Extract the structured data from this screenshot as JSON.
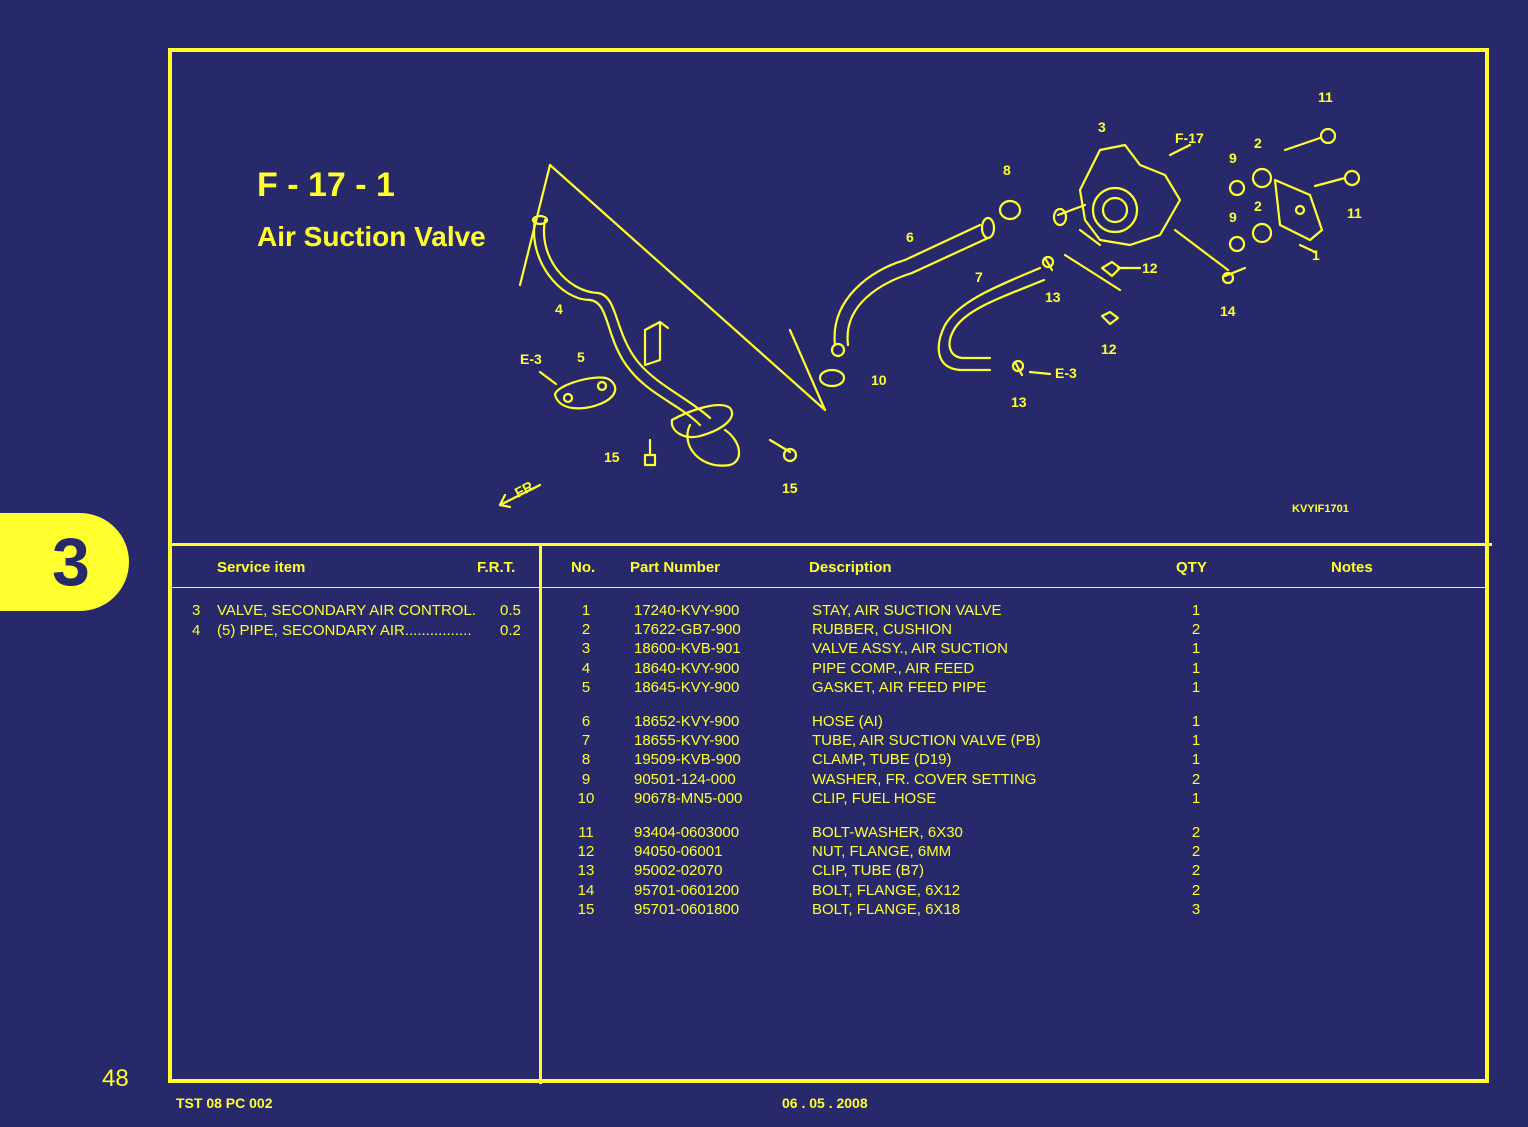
{
  "header": {
    "figure_id": "F - 17 - 1",
    "title": "Air Suction Valve",
    "drawing_code": "KVYIF1701"
  },
  "section_tab": "3",
  "diagram_labels": {
    "ref_f17": "F-17",
    "ref_e3_left": "E-3",
    "ref_e3_right": "E-3",
    "fr": "FR."
  },
  "service": {
    "col_item": "Service item",
    "col_frt": "F.R.T.",
    "rows": [
      {
        "no": "3",
        "item": "VALVE, SECONDARY AIR CONTROL.",
        "frt": "0.5"
      },
      {
        "no": "4",
        "item": "(5) PIPE, SECONDARY AIR................",
        "frt": "0.2"
      }
    ]
  },
  "parts": {
    "col_no": "No.",
    "col_part": "Part Number",
    "col_desc": "Description",
    "col_qty": "QTY",
    "col_notes": "Notes",
    "rows": [
      {
        "no": "1",
        "part": "17240-KVY-900",
        "desc": "STAY, AIR SUCTION VALVE",
        "qty": "1"
      },
      {
        "no": "2",
        "part": "17622-GB7-900",
        "desc": "RUBBER, CUSHION",
        "qty": "2"
      },
      {
        "no": "3",
        "part": "18600-KVB-901",
        "desc": "VALVE ASSY., AIR SUCTION",
        "qty": "1"
      },
      {
        "no": "4",
        "part": "18640-KVY-900",
        "desc": "PIPE COMP., AIR FEED",
        "qty": "1"
      },
      {
        "no": "5",
        "part": "18645-KVY-900",
        "desc": "GASKET, AIR FEED PIPE",
        "qty": "1"
      },
      {
        "no": "6",
        "part": "18652-KVY-900",
        "desc": "HOSE (AI)",
        "qty": "1"
      },
      {
        "no": "7",
        "part": "18655-KVY-900",
        "desc": "TUBE, AIR SUCTION VALVE (PB)",
        "qty": "1"
      },
      {
        "no": "8",
        "part": "19509-KVB-900",
        "desc": "CLAMP, TUBE (D19)",
        "qty": "1"
      },
      {
        "no": "9",
        "part": "90501-124-000",
        "desc": "WASHER, FR. COVER SETTING",
        "qty": "2"
      },
      {
        "no": "10",
        "part": "90678-MN5-000",
        "desc": "CLIP, FUEL HOSE",
        "qty": "1"
      },
      {
        "no": "11",
        "part": "93404-0603000",
        "desc": "BOLT-WASHER, 6X30",
        "qty": "2"
      },
      {
        "no": "12",
        "part": "94050-06001",
        "desc": "NUT, FLANGE, 6MM",
        "qty": "2"
      },
      {
        "no": "13",
        "part": "95002-02070",
        "desc": "CLIP, TUBE (B7)",
        "qty": "2"
      },
      {
        "no": "14",
        "part": "95701-0601200",
        "desc": "BOLT, FLANGE, 6X12",
        "qty": "2"
      },
      {
        "no": "15",
        "part": "95701-0601800",
        "desc": "BOLT, FLANGE, 6X18",
        "qty": "3"
      }
    ]
  },
  "footer": {
    "page": "48",
    "doc_code": "TST 08 PC 002",
    "date": "06 . 05 . 2008"
  },
  "colors": {
    "background": "#27296b",
    "accent": "#ffff2e"
  }
}
